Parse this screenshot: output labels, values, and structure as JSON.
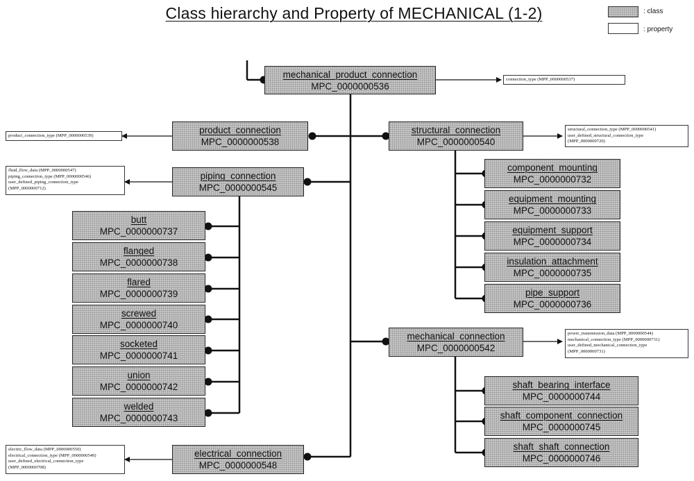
{
  "header": {
    "title": "Class hierarchy and Property of MECHANICAL (1-2)"
  },
  "legend": {
    "class_label": ": class",
    "property_label": ": property"
  },
  "classes": {
    "root": {
      "name": "mechanical_product_connection",
      "id": "MPC_0000000536"
    },
    "product_connection": {
      "name": "product_connection",
      "id": "MPC_0000000538"
    },
    "piping_connection": {
      "name": "piping_connection",
      "id": "MPC_0000000545"
    },
    "structural_connection": {
      "name": "structural_connection",
      "id": "MPC_0000000540"
    },
    "mechanical_connection": {
      "name": "mechanical_connection",
      "id": "MPC_0000000542"
    },
    "electrical_connection": {
      "name": "electrical_connection",
      "id": "MPC_0000000548"
    },
    "butt": {
      "name": "butt",
      "id": "MPC_0000000737"
    },
    "flanged": {
      "name": "flanged",
      "id": "MPC_0000000738"
    },
    "flared": {
      "name": "flared",
      "id": "MPC_0000000739"
    },
    "screwed": {
      "name": "screwed",
      "id": "MPC_0000000740"
    },
    "socketed": {
      "name": "socketed",
      "id": "MPC_0000000741"
    },
    "union": {
      "name": "union",
      "id": "MPC_0000000742"
    },
    "welded": {
      "name": "welded",
      "id": "MPC_0000000743"
    },
    "component_mounting": {
      "name": "component_mounting",
      "id": "MPC_0000000732"
    },
    "equipment_mounting": {
      "name": "equipment_mounting",
      "id": "MPC_0000000733"
    },
    "equipment_support": {
      "name": "equipment_support",
      "id": "MPC_0000000734"
    },
    "insulation_attachment": {
      "name": "insulation_attachment",
      "id": "MPC_0000000735"
    },
    "pipe_support": {
      "name": "pipe_support",
      "id": "MPC_0000000736"
    },
    "shaft_bearing_interface": {
      "name": "shaft_bearing_interface",
      "id": "MPC_0000000744"
    },
    "shaft_component_connection": {
      "name": "shaft_component_connection",
      "id": "MPC_0000000745"
    },
    "shaft_shaft_connection": {
      "name": "shaft_shaft_connection",
      "id": "MPC_0000000746"
    }
  },
  "properties": {
    "root": [
      "connection_type (MPP_0000000537)"
    ],
    "product_connection": [
      "product_connection_type (MPP_0000000539)"
    ],
    "piping_connection": [
      "fluid_flow_data (MPP_0000000547)",
      "piping_connection_type (MPP_0000000546)",
      "user_defined_piping_connection_type",
      "(MPP_0000000712)"
    ],
    "structural_connection": [
      "structural_connection_type (MPP_0000000541)",
      "user_defined_structural_connection_type",
      "(MPP_0000000720)"
    ],
    "mechanical_connection": [
      "power_transmission_data (MPP_0000000544)",
      "mechanical_connection_type (MPP_0000000731)",
      "user_defined_mechanical_connection_type",
      "(MPP_0000000731)"
    ],
    "electrical_connection": [
      "electric_flow_data (MPP_0000000550)",
      "electrical_connection_type (MPP_0000000549)",
      "user_defined_electrical_connection_type",
      "(MPP_0000000708)"
    ]
  }
}
